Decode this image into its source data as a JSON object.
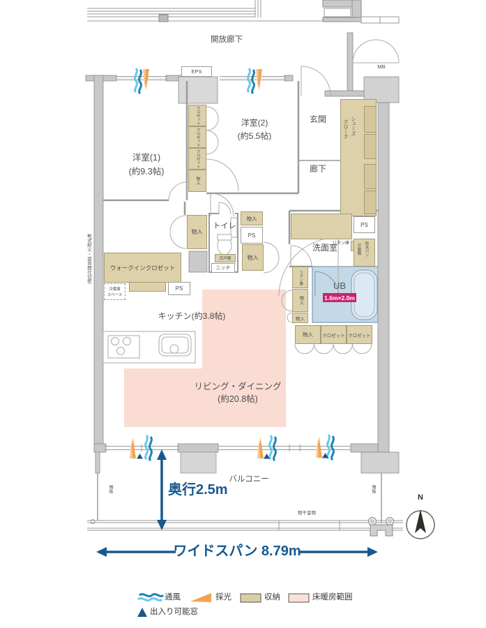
{
  "labels": {
    "open_corridor": "開放廊下",
    "eps": "EPS",
    "mb": "MB",
    "western1_name": "洋室(1)",
    "western1_size": "(約9.3帖)",
    "western2_name": "洋室(2)",
    "western2_size": "(約5.5帖)",
    "entrance": "玄関",
    "hallway": "廊下",
    "toilet": "トイレ",
    "washroom": "洗面室",
    "ub": "UB",
    "ub_size": "1.6m×2.0m",
    "kitchen": "キッチン(約3.8帖)",
    "living_name": "リビング・ダイニング",
    "living_size": "(約20.8帖)",
    "balcony": "バルコニー",
    "closet": "クロゼット",
    "monoire": "物入",
    "shoes_l1": "シューズ",
    "shoes_l2": "クローク",
    "wic": "ウォークインクロゼット",
    "fridge_l1": "冷蔵庫",
    "fridge_l2": "スペース",
    "linen": "リネン庫",
    "tsuridana": "吊戸棚",
    "niche": "ニッチ",
    "bousui": "防水パン",
    "kadou": "可動棚",
    "ps": "PS",
    "drywall": "乾式耐火・遮音間仕切壁",
    "kakuita": "隔板",
    "monohoshi": "物干金物"
  },
  "dimensions": {
    "depth": "奥行2.5m",
    "span": "ワイドスパン 8.79m"
  },
  "compass": {
    "north": "N"
  },
  "legend": {
    "wind": "通風",
    "light": "採光",
    "storage": "収納",
    "heating": "床暖房範囲",
    "exit_window": "出入り可能窓"
  },
  "colors": {
    "storage": "#ddd1ab",
    "floor_heating": "#fadcd3",
    "unit_bath": "#c3d9e7",
    "accent_blue": "#17598f",
    "badge_magenta": "#c9246e",
    "wind_blue": "#1a85b5",
    "light_orange": "#f3a350",
    "wall_gray": "#c8c8c8"
  }
}
